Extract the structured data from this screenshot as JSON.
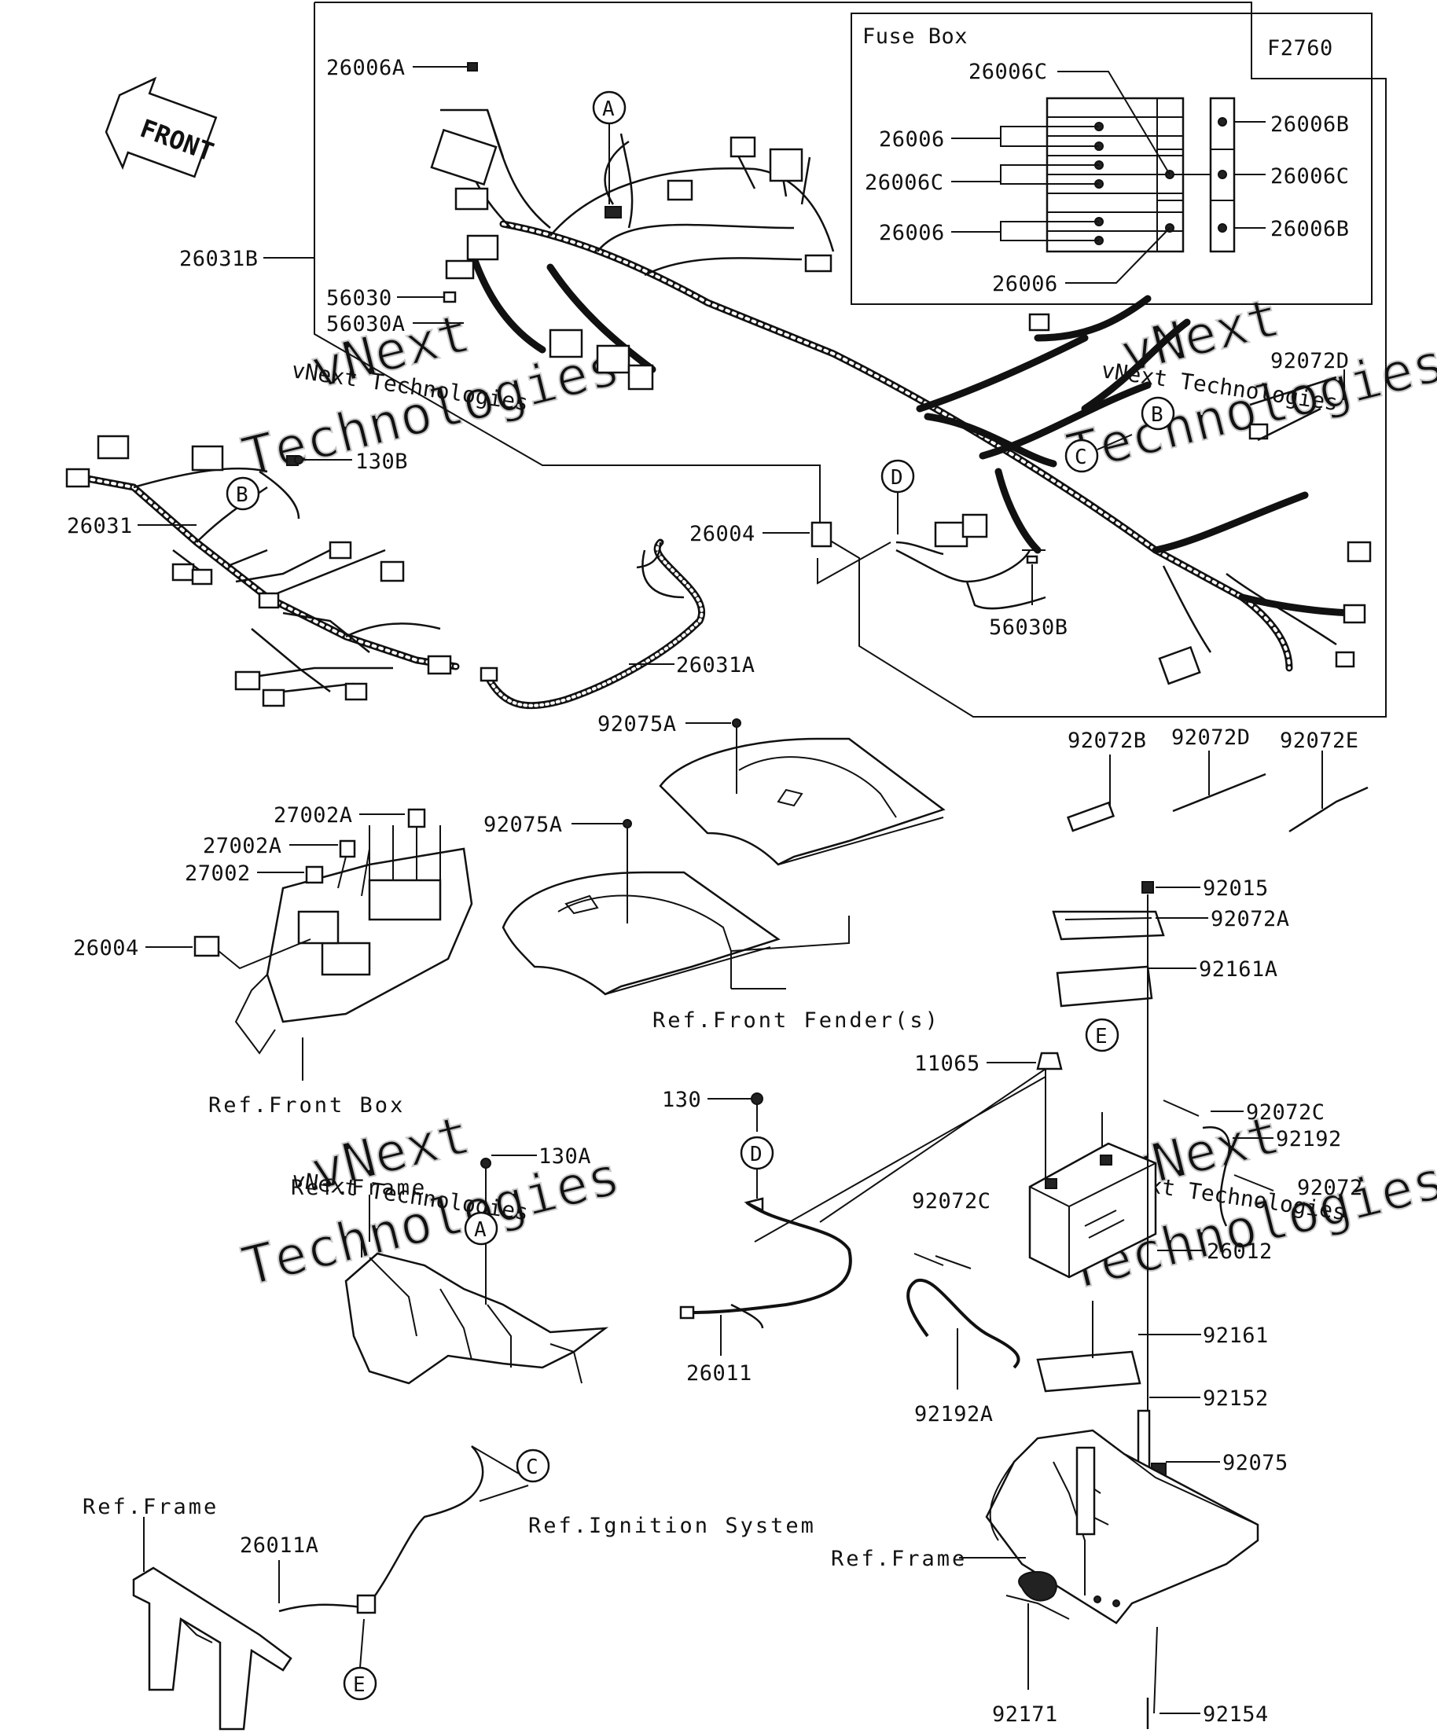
{
  "figure_id": "F2760",
  "front_arrow_label": "FRONT",
  "fuse_box": {
    "title": "Fuse Box",
    "labels": [
      "26006C",
      "26006",
      "26006C",
      "26006",
      "26006",
      "26006B",
      "26006C",
      "26006B"
    ]
  },
  "callouts": [
    "A",
    "A",
    "B",
    "B",
    "C",
    "C",
    "D",
    "D",
    "E",
    "E"
  ],
  "part_labels": [
    "26006A",
    "26031B",
    "56030",
    "56030A",
    "130B",
    "26031",
    "26004",
    "56030B",
    "26031A",
    "92072D",
    "92072B",
    "92072D",
    "92072E",
    "92075A",
    "92075A",
    "27002A",
    "27002A",
    "27002",
    "26004",
    "92015",
    "92072A",
    "92161A",
    "11065",
    "130",
    "130A",
    "92072C",
    "92192",
    "92072",
    "92072C",
    "26012",
    "26011",
    "92161",
    "92192A",
    "92152",
    "92075",
    "26011A",
    "92171",
    "92154"
  ],
  "reference_labels": [
    "Ref.Front Fender(s)",
    "Ref.Front Box",
    "Ref.Frame",
    "Ref.Frame",
    "Ref.Ignition System",
    "Ref.Frame"
  ],
  "watermark": {
    "brand": "vNext",
    "word": "Technologies",
    "caption": "vNext Technologies"
  }
}
